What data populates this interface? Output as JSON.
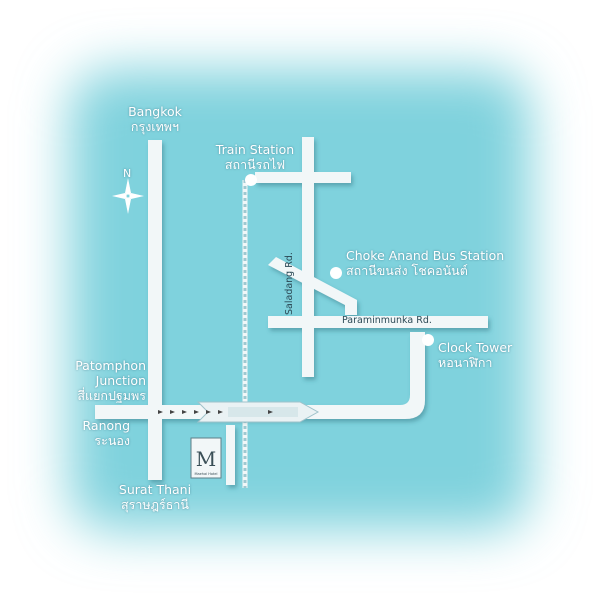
{
  "colors": {
    "water": "#7fd2dd",
    "road": "#f2f7f8",
    "label": "#ffffff",
    "road_label": "#2c4a56"
  },
  "compass": {
    "north_label": "N"
  },
  "places": {
    "bangkok": {
      "en": "Bangkok",
      "th": "กรุงเทพฯ"
    },
    "train_station": {
      "en": "Train Station",
      "th": "สถานีรถไฟ"
    },
    "bus_station": {
      "en": "Choke Anand Bus Station",
      "th": "สถานีขนส่ง โชคอนันต์"
    },
    "clock_tower": {
      "en": "Clock Tower",
      "th": "หอนาฬิกา"
    },
    "patomphon": {
      "en_line1": "Patomphon",
      "en_line2": "Junction",
      "th": "สี่แยกปฐมพร"
    },
    "ranong": {
      "en": "Ranong",
      "th": "ระนอง"
    },
    "surat_thani": {
      "en": "Surat Thani",
      "th": "สุราษฎร์ธานี"
    }
  },
  "roads": {
    "saladang": "Saladang Rd.",
    "paraminmunka": "Paraminmunka Rd."
  },
  "hotel": {
    "logo_letter": "M",
    "logo_text": "Maehai Hotel"
  },
  "icons": [
    "compass-rose-icon",
    "location-dot-icon",
    "hotel-logo-icon",
    "direction-arrow-icon"
  ]
}
